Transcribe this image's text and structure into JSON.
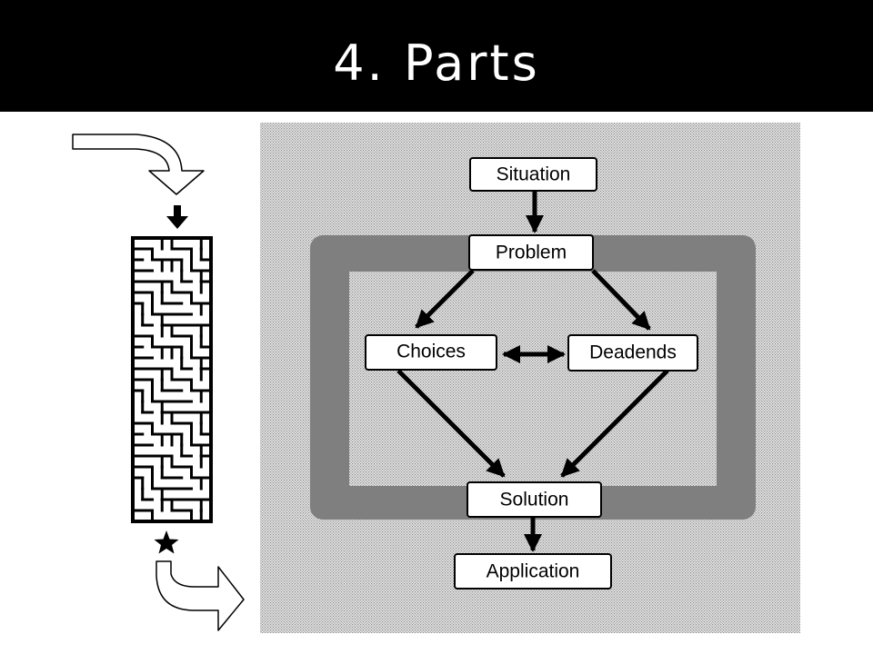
{
  "slide": {
    "title": "4. Parts"
  },
  "diagram": {
    "nodes": {
      "situation": "Situation",
      "problem": "Problem",
      "choices": "Choices",
      "deadends": "Deadends",
      "solution": "Solution",
      "application": "Application"
    }
  },
  "colors": {
    "title_bar": "#000000",
    "title_text": "#ffffff",
    "panel_gray": "#b9b9b9",
    "frame_gray": "#7f7f7f",
    "node_fill": "#ffffff",
    "ink": "#000000"
  },
  "icons": {
    "entry_arrow": "curved-arrow-in-icon",
    "maze": "maze-icon",
    "goal": "star-icon",
    "exit_arrow": "curved-arrow-out-icon"
  }
}
